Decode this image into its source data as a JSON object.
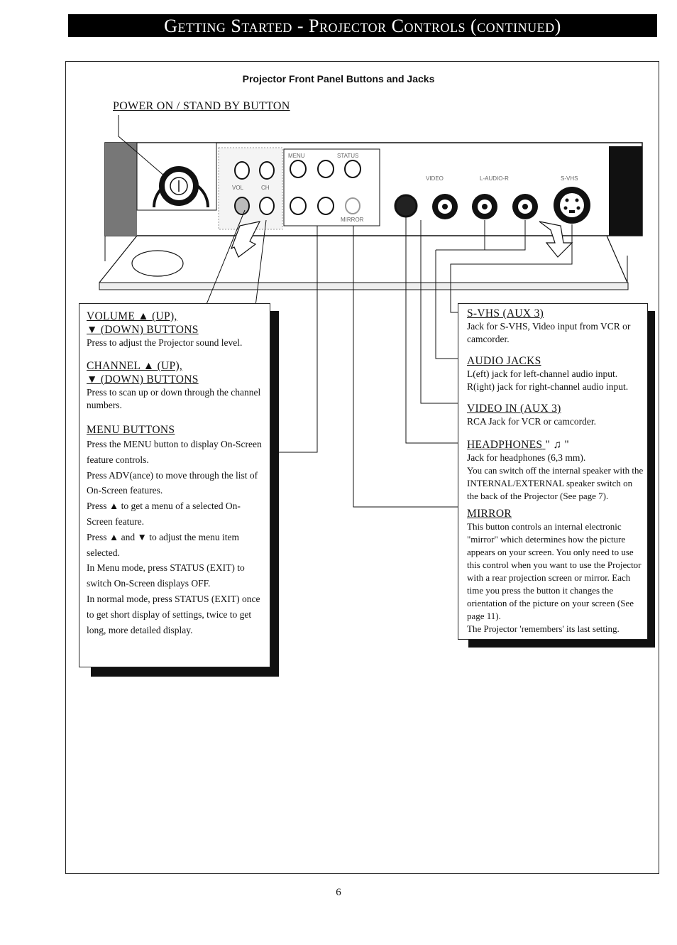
{
  "header": {
    "title": "Getting Started - Projector Controls (continued)"
  },
  "figure": {
    "title": "Projector Front Panel Buttons and Jacks",
    "power_label": "POWER ON / STAND BY BUTTON",
    "panel_marks": {
      "menu": "MENU",
      "status": "STATUS",
      "vol": "VOL",
      "ch": "CH",
      "video": "VIDEO",
      "audio": "L-AUDIO-R",
      "svhs": "S-VHS",
      "mirror": "MIRROR"
    }
  },
  "left": {
    "volume_title": "VOLUME ▲ (UP),",
    "volume_title2": "▼ (DOWN) BUTTONS",
    "volume_text": "Press to adjust the Projector sound level.",
    "channel_title": "CHANNEL ▲ (UP),",
    "channel_title2": "▼ (DOWN) BUTTONS",
    "channel_text": "Press to scan up or down through the channel numbers.",
    "menu_title": "MENU BUTTONS",
    "menu_lines": [
      "Press the MENU button to display On-Screen feature controls.",
      "Press ADV(ance) to move through the list of On-Screen features.",
      "Press ▲ to get a menu of a selected On-Screen feature.",
      "Press ▲ and ▼ to adjust the menu item selected.",
      "In Menu mode, press STATUS (EXIT) to switch On-Screen displays OFF.",
      "In normal mode, press STATUS (EXIT) once to get short display of settings, twice to get long, more detailed display."
    ]
  },
  "right": {
    "svhs_title": "S-VHS (AUX 3)",
    "svhs_text": "Jack for S-VHS, Video input from VCR or camcorder.",
    "audio_title": "AUDIO JACKS",
    "audio_text1": "L(eft) jack for left-channel audio input.",
    "audio_text2": "R(ight) jack for right-channel audio input.",
    "video_title": "VIDEO IN (AUX 3)",
    "video_text": "RCA Jack for VCR or camcorder.",
    "headphones_title": "HEADPHONES",
    "headphones_symbol": "\" ♫ \"",
    "headphones_text1": "Jack for headphones (6,3 mm).",
    "headphones_text2": "You can switch off the internal speaker with the INTERNAL/EXTERNAL speaker switch on the back of the Projector (See page 7).",
    "mirror_title": "MIRROR",
    "mirror_text1": "This button controls an internal electronic \"mirror\" which determines how the picture appears on your screen. You only need to use this control when you want to use the Projector with a rear projection screen or mirror. Each time you press the button it changes the orientation of the picture on your screen (See page 11).",
    "mirror_text2": "The Projector 'remembers' its last setting."
  },
  "footer": {
    "page_number": "6"
  }
}
